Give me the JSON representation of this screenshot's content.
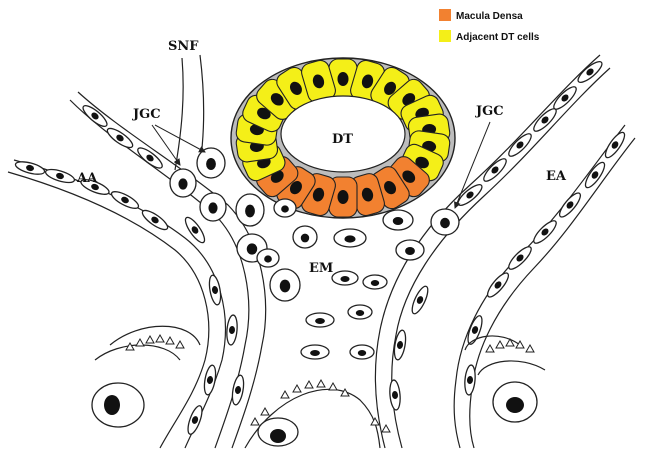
{
  "legend": [
    {
      "label": "Macula Densa",
      "color": "#f28130"
    },
    {
      "label": "Adjacent DT cells",
      "color": "#f4ef18"
    }
  ],
  "labels": {
    "snf": "SNF",
    "jgc_left": "JGC",
    "jgc_right": "JGC",
    "dt": "DT",
    "aa": "AA",
    "ea": "EA",
    "em": "EM"
  }
}
